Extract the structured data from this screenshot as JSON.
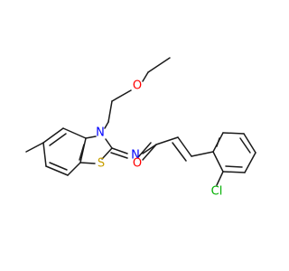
{
  "molecule": {
    "atoms": {
      "O_ether": {
        "label": "O",
        "color": "#ff0000"
      },
      "N_ring": {
        "label": "N",
        "color": "#0000ff"
      },
      "S_ring": {
        "label": "S",
        "color": "#c8a000"
      },
      "N_imine": {
        "label": "N",
        "color": "#0000ff"
      },
      "O_carbonyl": {
        "label": "O",
        "color": "#ff0000"
      },
      "Cl": {
        "label": "Cl",
        "color": "#00b000"
      }
    }
  }
}
